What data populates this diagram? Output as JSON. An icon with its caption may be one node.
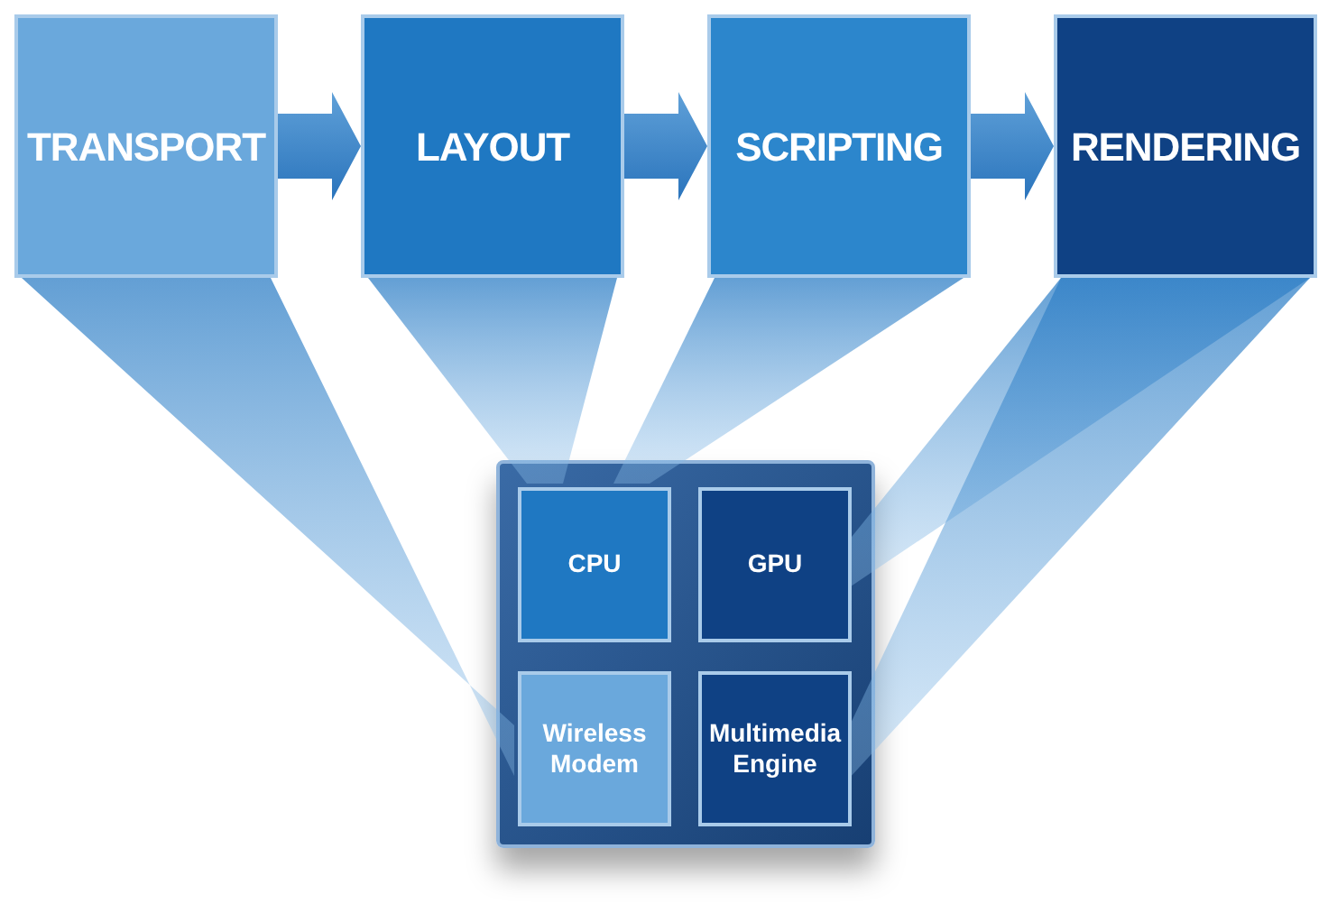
{
  "diagram": {
    "nodes": [
      {
        "text": [
          "TRANSPORT"
        ]
      },
      {
        "text": [
          "LAYOUT"
        ]
      },
      {
        "text": [
          "SCRIPTING"
        ]
      },
      {
        "text": [
          "RENDERING"
        ]
      },
      {
        "text": [],
        "shape": "box"
      },
      {
        "text": [
          "CPU"
        ],
        "in": 4
      },
      {
        "text": [
          "GPU"
        ],
        "in": 4
      },
      {
        "text": [
          "Wireless Modem"
        ],
        "in": 4
      },
      {
        "text": [
          "Multimedia Engine"
        ],
        "in": 4
      }
    ],
    "edges": [
      {
        "from": 0,
        "to": 1,
        "arrow": "to"
      },
      {
        "from": 1,
        "to": 2,
        "arrow": "to"
      },
      {
        "from": 2,
        "to": 3,
        "arrow": "to"
      },
      {
        "from": 0,
        "to": 7,
        "arrow": "none"
      },
      {
        "from": 1,
        "to": 5,
        "arrow": "none"
      },
      {
        "from": 2,
        "to": 5,
        "arrow": "none"
      },
      {
        "from": 3,
        "to": 6,
        "arrow": "none"
      },
      {
        "from": 3,
        "to": 8,
        "arrow": "none"
      }
    ]
  }
}
